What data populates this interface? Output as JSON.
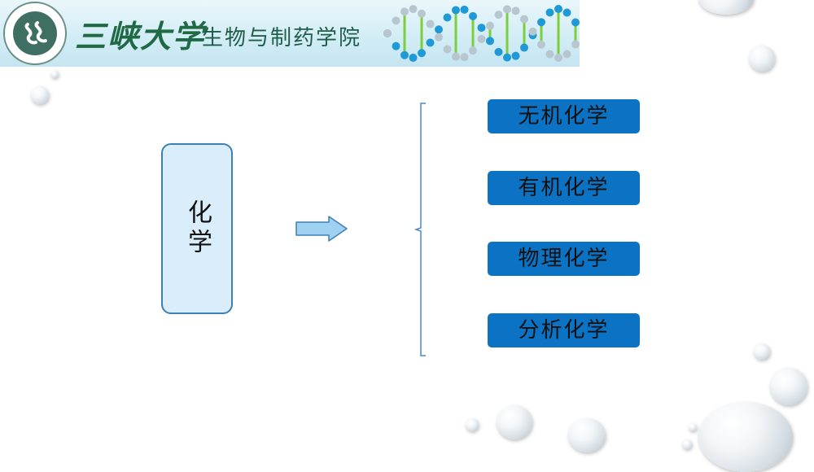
{
  "header": {
    "university_name": "三峡大学",
    "college_name": "生物与制药学院",
    "logo_icon": "university-seal-icon",
    "dna_icon": "dna-helix-icon"
  },
  "diagram": {
    "main_label": "化学",
    "arrow_icon": "right-arrow-icon",
    "bracket_icon": "left-brace-icon",
    "branches": [
      {
        "label": "无机化学"
      },
      {
        "label": "有机化学"
      },
      {
        "label": "物理化学"
      },
      {
        "label": "分析化学"
      }
    ]
  },
  "colors": {
    "main_box_fill": "#d9eefa",
    "main_box_border": "#3e7fb4",
    "arrow_fill": "#9fd2f2",
    "arrow_border": "#3e7fb4",
    "branch_fill": "#0b72c4",
    "bracket_line": "#4a86c0"
  }
}
